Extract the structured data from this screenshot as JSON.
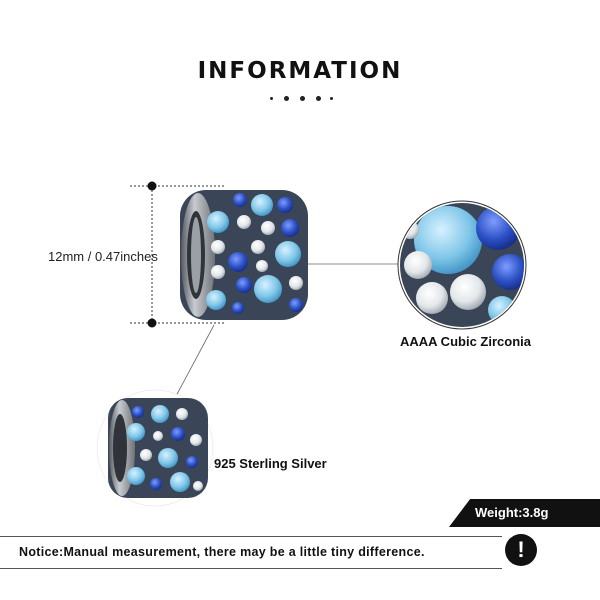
{
  "header": {
    "title": "INFORMATION"
  },
  "dimension": {
    "label": "12mm / 0.47inches"
  },
  "callouts": {
    "stones": "AAAA Cubic Zirconia",
    "metal": "925 Sterling Silver"
  },
  "weight": {
    "label": "Weight:3.8g"
  },
  "notice": {
    "text": "Notice:Manual measurement, there may be a little tiny difference."
  },
  "icons": {
    "warning": "exclamation-icon"
  },
  "colors": {
    "dark": "#111111",
    "light_blue_stone": "#7fc6e8",
    "dark_blue_stone": "#2a4fc4",
    "white_stone": "#e8ecef",
    "silver": "#8c9096"
  }
}
